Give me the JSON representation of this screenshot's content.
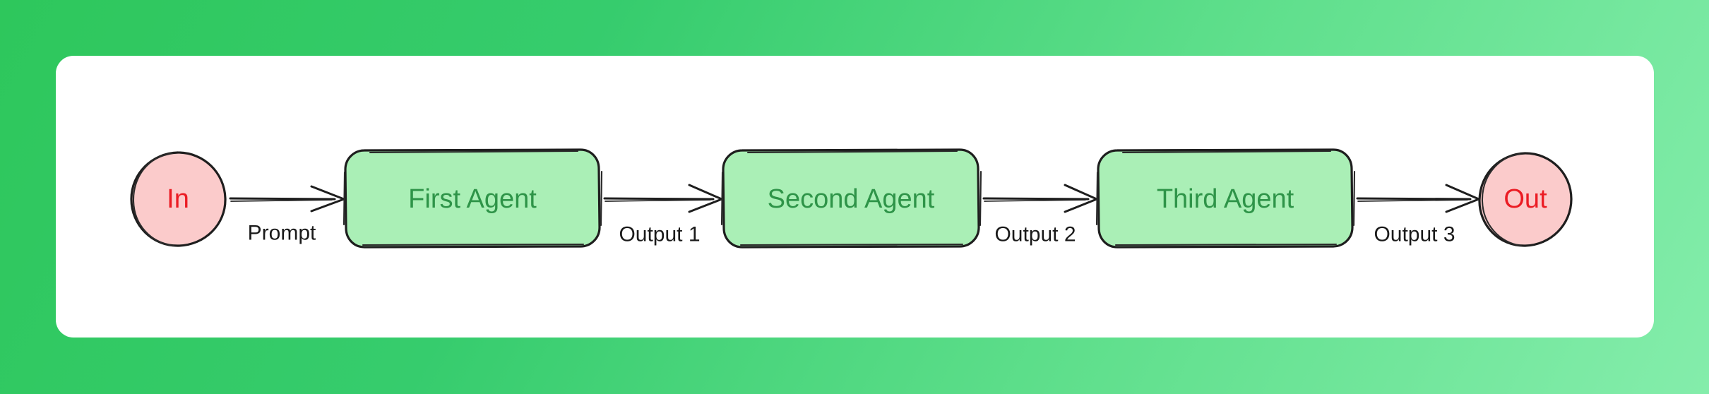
{
  "theme": {
    "background_gradient_from": "#2ec75c",
    "background_gradient_to": "#84edab",
    "card_background": "#ffffff",
    "agent_node_fill": "#aaefb6",
    "agent_node_text": "#2e9448",
    "terminal_node_fill": "#fbcbcb",
    "terminal_node_text": "#eb1c24",
    "stroke_color": "#1e1e1e",
    "edge_label_text": "#1a1a1a"
  },
  "diagram": {
    "type": "flowchart",
    "direction": "left-to-right",
    "style": "hand-drawn-sketch",
    "nodes": [
      {
        "id": "in",
        "label": "In",
        "shape": "circle",
        "role": "terminal"
      },
      {
        "id": "agent1",
        "label": "First Agent",
        "shape": "rounded-rectangle",
        "role": "process"
      },
      {
        "id": "agent2",
        "label": "Second Agent",
        "shape": "rounded-rectangle",
        "role": "process"
      },
      {
        "id": "agent3",
        "label": "Third Agent",
        "shape": "rounded-rectangle",
        "role": "process"
      },
      {
        "id": "out",
        "label": "Out",
        "shape": "circle",
        "role": "terminal"
      }
    ],
    "edges": [
      {
        "from": "in",
        "to": "agent1",
        "label": "Prompt"
      },
      {
        "from": "agent1",
        "to": "agent2",
        "label": "Output 1"
      },
      {
        "from": "agent2",
        "to": "agent3",
        "label": "Output 2"
      },
      {
        "from": "agent3",
        "to": "out",
        "label": "Output 3"
      }
    ]
  }
}
